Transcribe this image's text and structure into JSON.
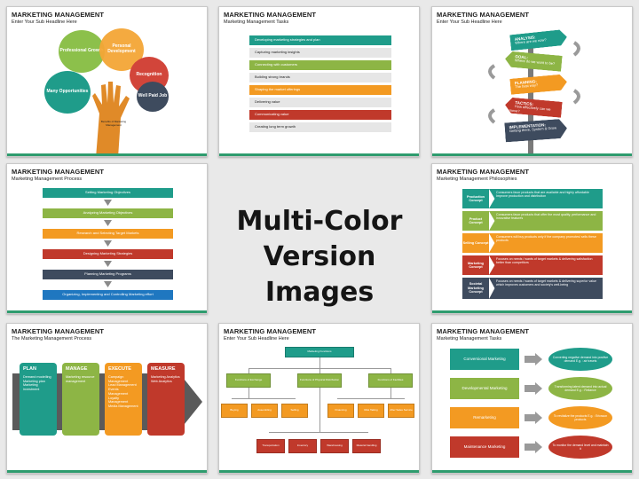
{
  "center": {
    "line1": "Multi-Color",
    "line2": "Version Images"
  },
  "slides": [
    {
      "title": "MARKETING MANAGEMENT",
      "subtitle": "Enter Your Sub Headline Here",
      "bubbles": [
        "Professional Growth",
        "Personal Development",
        "Many Opportunities",
        "Recognition",
        "Well Paid Job"
      ],
      "hand_label": "Benefits of Marketing Management"
    },
    {
      "title": "MARKETING MANAGEMENT",
      "subtitle": "Marketing Management Tasks",
      "tasks": [
        "Developing marketing strategies and plan",
        "Capturing marketing insights",
        "Connecting with customers",
        "Building strong brands",
        "Shaping the market offerings",
        "Delivering value",
        "Communicating value",
        "Creating long term growth"
      ]
    },
    {
      "title": "MARKETING MANAGEMENT",
      "subtitle": "Enter Your Sub Headline Here",
      "signs": [
        {
          "head": "ANALYSIS:",
          "text": "Where are we now?"
        },
        {
          "head": "GOAL:",
          "text": "Where do we want to be?"
        },
        {
          "head": "PLANNING:",
          "text": "The best way?"
        },
        {
          "head": "TACTICS:",
          "text": "How effectively can we move?"
        },
        {
          "head": "IMPLEMENTATION:",
          "text": "Getting there, System & Grow"
        }
      ]
    },
    {
      "title": "MARKETING MANAGEMENT",
      "subtitle": "Marketing Management Process",
      "steps": [
        "Setting Marketing Objectives",
        "Analyzing Marketing Objectives",
        "Research and Selecting Target Markets",
        "Designing Marketing Strategies",
        "Planning Marketing Programs",
        "Organizing, Implementing and Controlling Marketing effort"
      ]
    },
    {
      "title": "MARKETING MANAGEMENT",
      "subtitle": "Marketing Management Philosophies",
      "concepts": [
        {
          "name": "Production Concept",
          "lines": [
            "Consumers favor products that are available and highly affordable",
            "Improve production and distribution"
          ]
        },
        {
          "name": "Product Concept",
          "lines": [
            "Consumers favor products that offer the most quality, performance and innovative features"
          ]
        },
        {
          "name": "Selling Concept",
          "lines": [
            "Consumers will buy products only if the company promotes/ sells these products"
          ]
        },
        {
          "name": "Marketing Concept",
          "lines": [
            "Focuses on needs / wants of target markets & delivering satisfaction better than competitors"
          ]
        },
        {
          "name": "Societal Marketing Concept",
          "lines": [
            "Focuses on needs / wants of target markets & delivering superior value which improves customers and society's well-being"
          ]
        }
      ]
    },
    {
      "title": "MARKETING MANAGEMENT",
      "subtitle": "The Marketing Management Process",
      "phases": [
        {
          "head": "PLAN",
          "items": [
            "Demand modelling",
            "Marketing plan",
            "Marketing investment"
          ]
        },
        {
          "head": "MANAGE",
          "items": [
            "Marketing resource management"
          ]
        },
        {
          "head": "EXECUTE",
          "items": [
            "Campaign Management",
            "Lead Management",
            "Events Management",
            "Loyalty Management",
            "Media Management"
          ]
        },
        {
          "head": "MEASURE",
          "items": [
            "Marketing Analytics",
            "Web Analytics"
          ]
        }
      ]
    },
    {
      "title": "MARKETING MANAGEMENT",
      "subtitle": "Enter Your Sub Headline Here",
      "root": "Marketing Functions",
      "groups": [
        "Functions of Exchange",
        "Functions of Physical Distribution",
        "Functions of Facilities"
      ],
      "leaves": [
        "Buying",
        "Assembling",
        "Selling",
        "Financing",
        "Risk Taking",
        "After Sales Service"
      ],
      "bottom": [
        "Transportation",
        "Inventory",
        "Warehousing",
        "Material handling"
      ]
    },
    {
      "title": "MARKETING MANAGEMENT",
      "subtitle": "Marketing Management Tasks",
      "rows": [
        {
          "name": "Conversional Marketing",
          "desc": "Converting negative demand into positive demand E.g. : air travels"
        },
        {
          "name": "Developmental Marketing",
          "desc": "Transforming latent demand into actual demand E.g. : Reliance"
        },
        {
          "name": "Remarketing",
          "desc": "To revitalize the products E.g. : Ericsson products"
        },
        {
          "name": "Maintenance Marketing",
          "desc": "To monitor the demand level and maintain it"
        }
      ]
    }
  ],
  "colors": {
    "teal": "#1f9c8a",
    "green": "#8db545",
    "orange": "#f39a22",
    "red": "#c0392b",
    "slate": "#3e4b5e",
    "blue": "#1f77c0",
    "olive": "#7bae3d"
  }
}
